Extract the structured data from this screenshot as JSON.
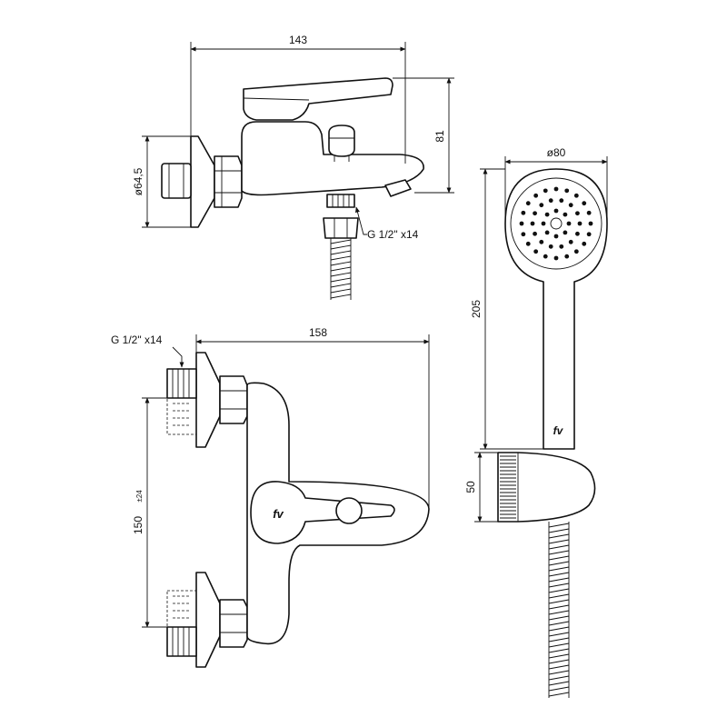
{
  "dimensions": {
    "top_width": "143",
    "top_height": "81",
    "flange_diameter": "ø64,5",
    "outlet_thread": "G 1/2\"  x14",
    "front_width": "158",
    "inlet_thread": "G 1/2\"  x14",
    "inlet_spacing": "150",
    "inlet_spacing_tolerance": "±24",
    "handshower_diameter": "ø80",
    "handshower_length": "205",
    "holder_height": "50"
  },
  "logos": {
    "mixer_logo": "fv",
    "handshower_logo": "fv"
  }
}
